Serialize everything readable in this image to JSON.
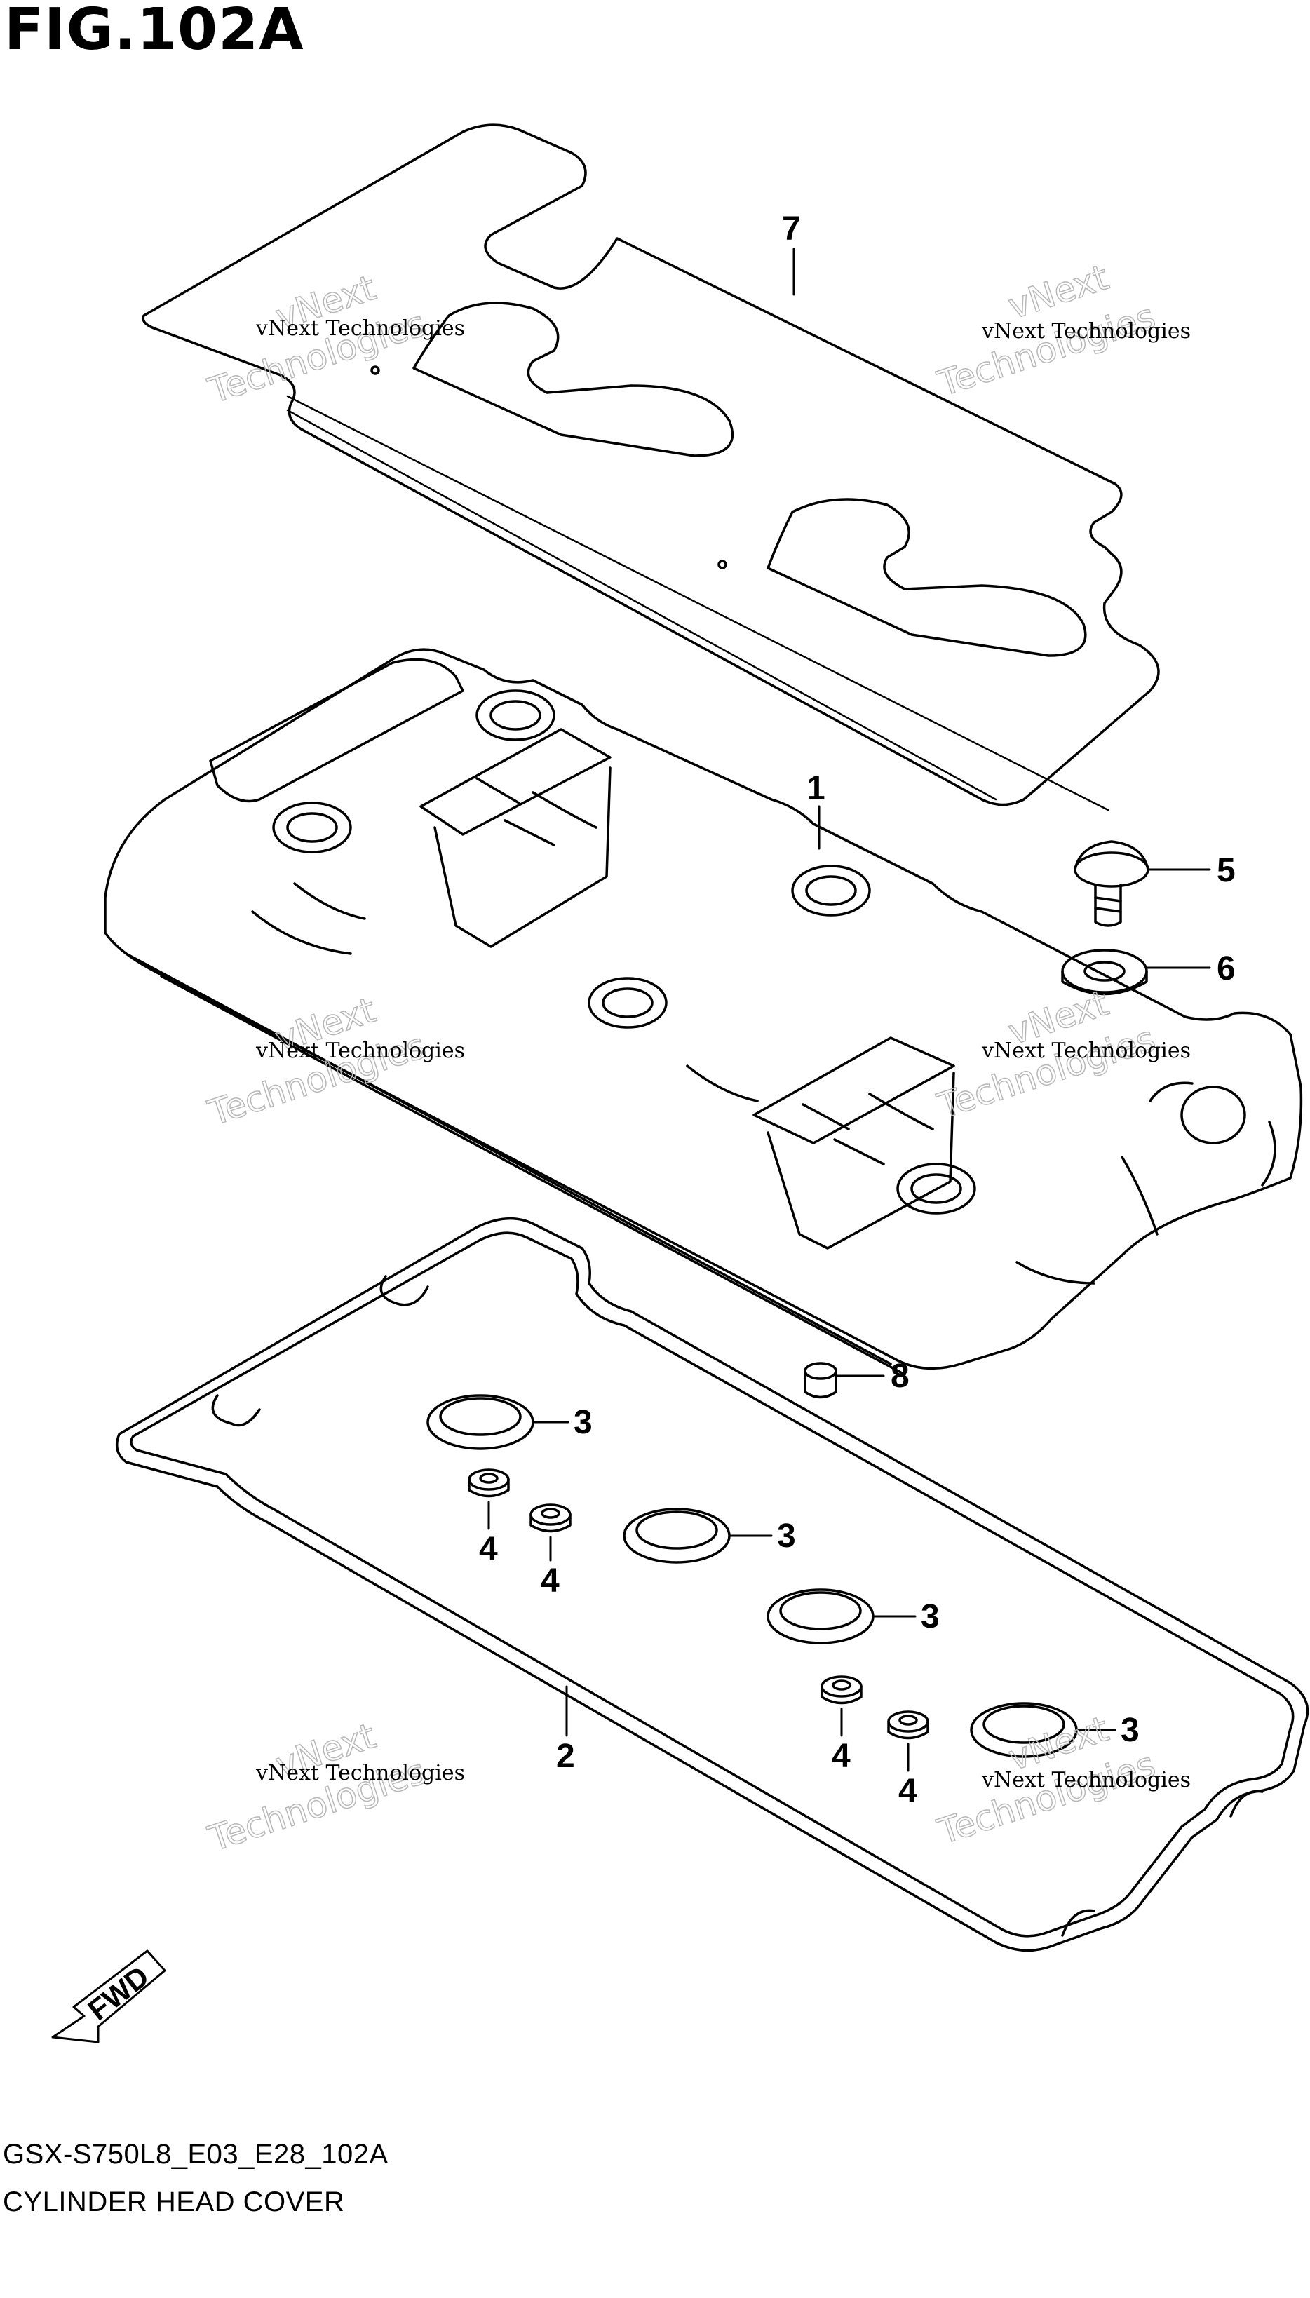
{
  "figure": {
    "title": "FIG.102A",
    "model_code": "GSX-S750L8_E03_E28_102A",
    "part_group": "CYLINDER HEAD COVER"
  },
  "callouts": {
    "p1": "1",
    "p2": "2",
    "p3": "3",
    "p4": "4",
    "p5": "5",
    "p6": "6",
    "p7": "7",
    "p8": "8"
  },
  "watermark": {
    "company": "vNext Technologies",
    "brand": "vNext",
    "word": "Technologies"
  },
  "direction_arrow": {
    "label": "FWD"
  },
  "colors": {
    "line": "#000000",
    "watermark": "#b8b8b8",
    "background": "#ffffff"
  }
}
